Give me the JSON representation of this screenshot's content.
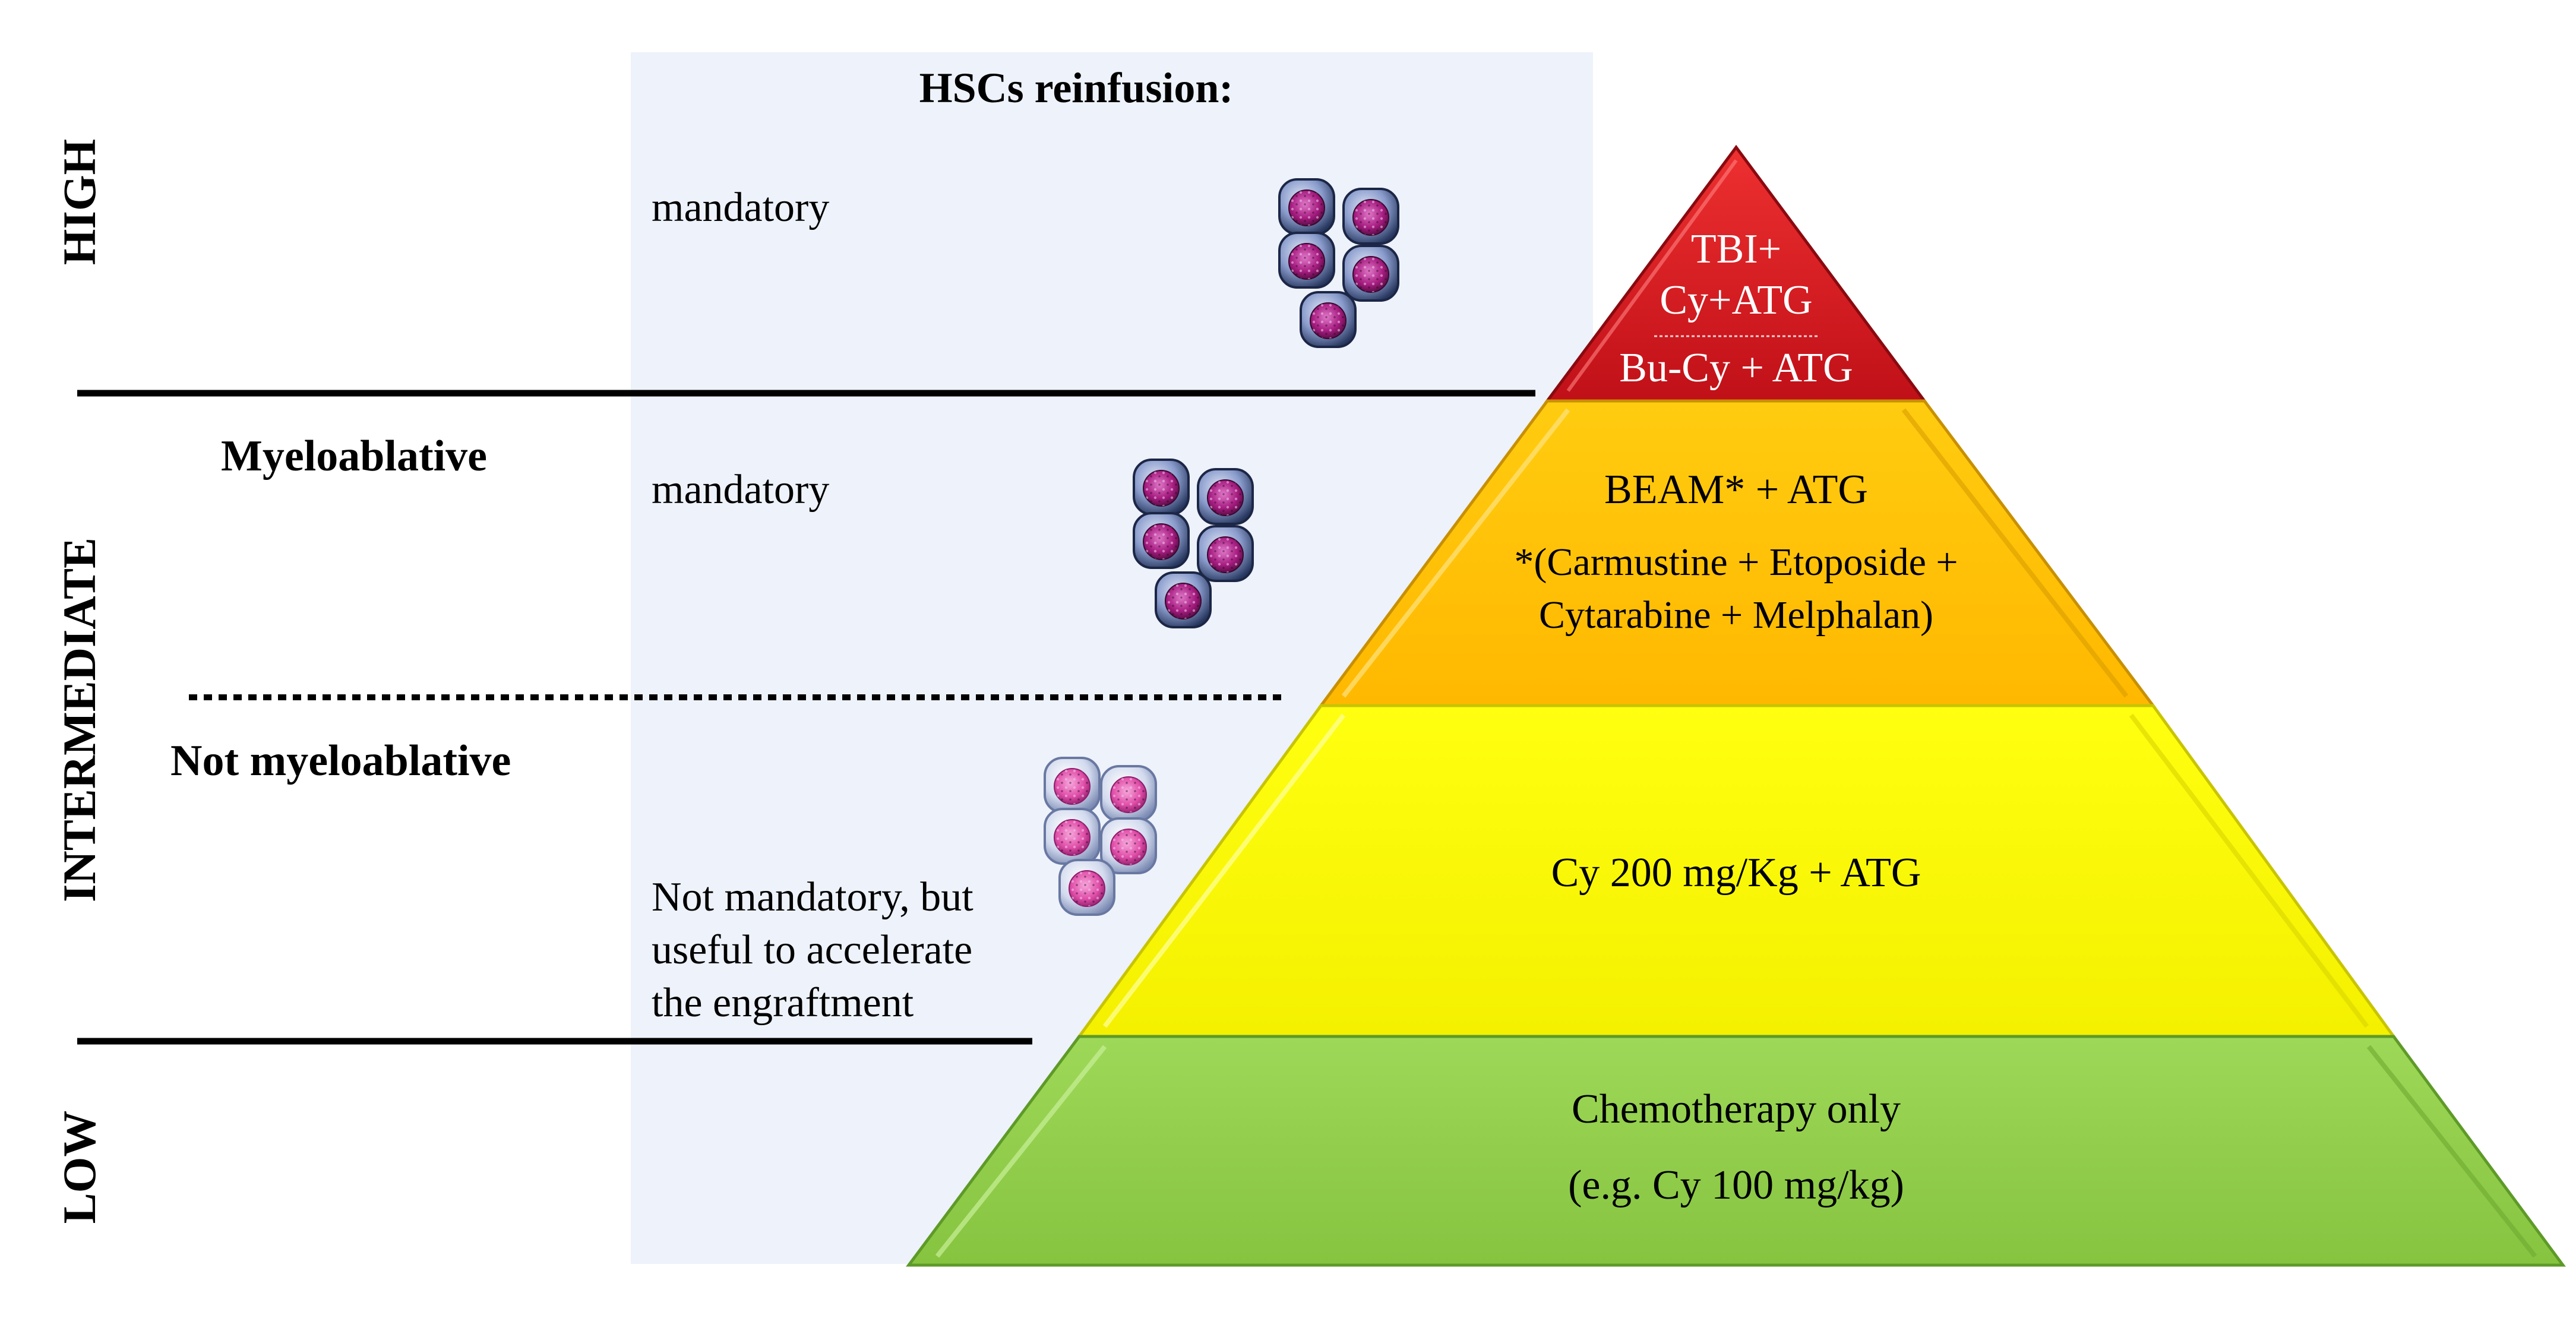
{
  "header": {
    "title": "HSCs reinfusion:"
  },
  "levels": {
    "high": "HIGH",
    "intermediate": "INTERMEDIATE",
    "low": "LOW"
  },
  "categories": {
    "myeloablative": "Myeloablative",
    "not_myeloablative": "Not myeloablative"
  },
  "reinfusion": {
    "high": "mandatory",
    "myeloablative": "mandatory",
    "not_myeloablative": [
      "Not mandatory, but",
      "useful to accelerate",
      "the engraftment"
    ]
  },
  "pyramid": {
    "top": {
      "lines": [
        "TBI+",
        "Cy+ATG",
        "Bu-Cy + ATG"
      ],
      "color": "#d01820"
    },
    "upper": {
      "lines": [
        "BEAM* + ATG",
        "*(Carmustine + Etoposide +",
        "Cytarabine + Melphalan)"
      ],
      "color": "#ffc000"
    },
    "middle": {
      "lines": [
        "Cy 200 mg/Kg + ATG"
      ],
      "color": "#ffff00"
    },
    "base": {
      "lines": [
        "Chemotherapy only",
        "(e.g. Cy 100 mg/kg)"
      ],
      "color": "#92d050"
    }
  },
  "colors": {
    "panel": "#eef2fa",
    "cell_dark": "#8090c0",
    "cell_nucleus": "#b0208a",
    "cell_light": "#c8d0e8",
    "cell_nucleus_light": "#e060b0"
  }
}
